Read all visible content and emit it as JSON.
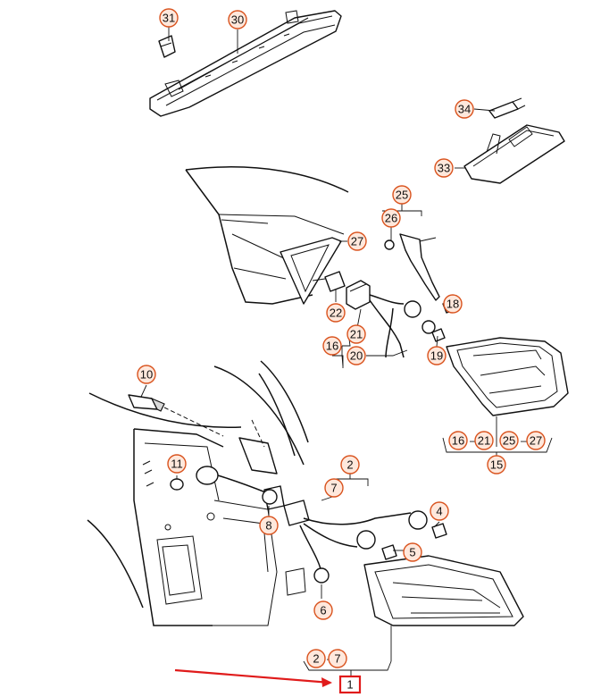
{
  "callouts": {
    "c31": "31",
    "c30": "30",
    "c34": "34",
    "c33": "33",
    "c25": "25",
    "c26": "26",
    "c27": "27",
    "c22": "22",
    "c16": "16",
    "c21": "21",
    "c20": "20",
    "c18": "18",
    "c19": "19",
    "c10": "10",
    "c11": "11",
    "c2": "2",
    "c7": "7",
    "c8": "8",
    "c4": "4",
    "c5": "5",
    "c6": "6",
    "c15": "15"
  },
  "ranges": {
    "r15_16": "16",
    "r15_21": "21",
    "r15_25": "25",
    "r15_27": "27",
    "bottom_2": "2",
    "bottom_7": "7",
    "dash_sep": "–"
  },
  "highlight": {
    "label": "1",
    "arrow_color": "#e01b1b"
  },
  "colors": {
    "callout_stroke": "#d9531e",
    "callout_fill": "#ffe8dc",
    "line": "#111111"
  }
}
